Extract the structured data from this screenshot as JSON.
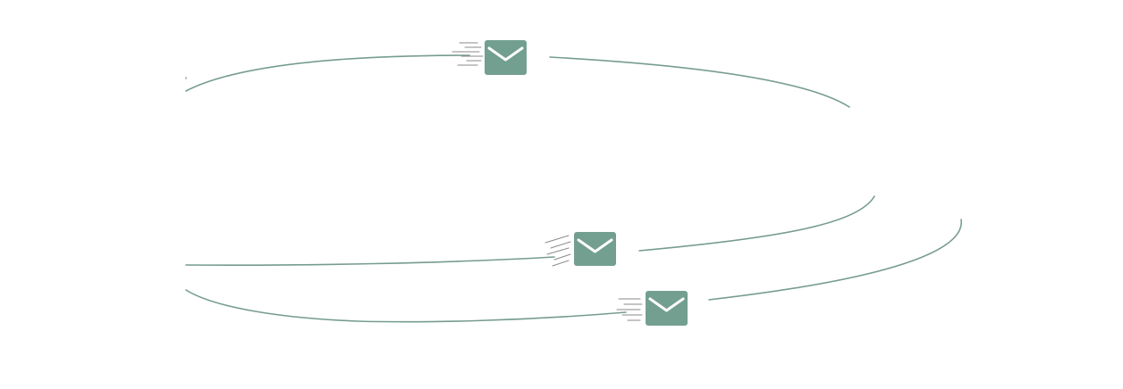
{
  "illustration": {
    "orbit_color": "#769c8f",
    "envelope_color": "#739f91",
    "envelope_flap_color": "#ffffff",
    "speed_line_color": "#8a8a8a",
    "icons": [
      {
        "name": "envelope-icon",
        "motion": "moving-right"
      },
      {
        "name": "envelope-icon",
        "motion": "moving-right"
      },
      {
        "name": "envelope-icon",
        "motion": "moving-right"
      }
    ]
  }
}
